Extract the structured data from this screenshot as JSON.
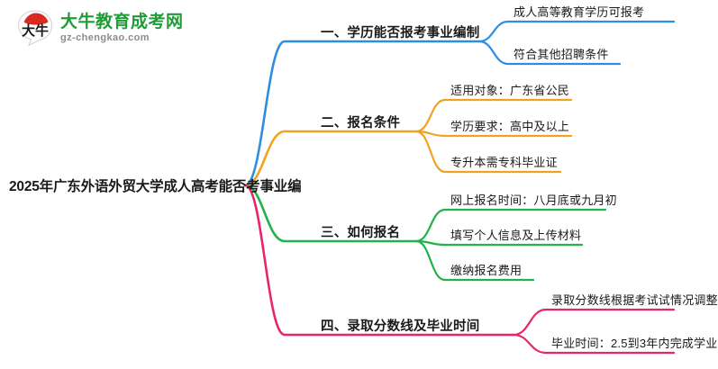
{
  "logo": {
    "mark_text": "大牛",
    "title": "大牛教育成考网",
    "subtitle": "gz-chengkao.com",
    "title_color": "#1e9c36",
    "mark_color": "#d92b1f"
  },
  "mindmap": {
    "root": {
      "label": "2025年广东外语外贸大学成人高考能否考事业编"
    },
    "branches": [
      {
        "label": "一、学历能否报考事业编制",
        "color": "#2e8de0",
        "children": [
          {
            "label": "成人高等教育学历可报考"
          },
          {
            "label": "符合其他招聘条件"
          }
        ]
      },
      {
        "label": "二、报名条件",
        "color": "#f0a322",
        "children": [
          {
            "label": "适用对象：广东省公民"
          },
          {
            "label": "学历要求：高中及以上"
          },
          {
            "label": "专升本需专科毕业证"
          }
        ]
      },
      {
        "label": "三、如何报名",
        "color": "#21b24b",
        "children": [
          {
            "label": "网上报名时间：八月底或九月初"
          },
          {
            "label": "填写个人信息及上传材料"
          },
          {
            "label": "缴纳报名费用"
          }
        ]
      },
      {
        "label": "四、录取分数线及毕业时间",
        "color": "#e8246e",
        "children": [
          {
            "label": "录取分数线根据考试试情况调整"
          },
          {
            "label": "毕业时间：2.5到3年内完成学业"
          }
        ]
      }
    ]
  }
}
